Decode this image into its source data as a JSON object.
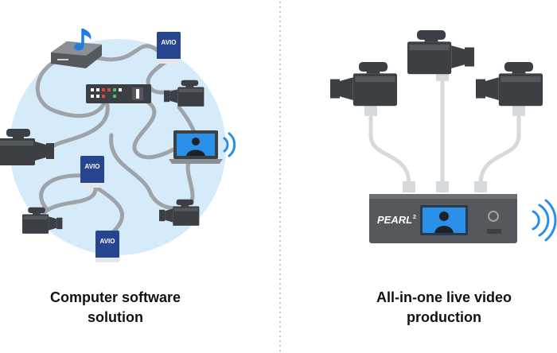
{
  "left_panel": {
    "caption_line1": "Computer software",
    "caption_line2": "solution",
    "device_badge_text": "AVIO",
    "background_circle_color": "#d6ebf9",
    "cable_color": "#9ea3a8",
    "music_note_color": "#1e7de0",
    "screen_color": "#2a8fe8",
    "converter_color": "#27448f"
  },
  "right_panel": {
    "caption_line1": "All-in-one live video",
    "caption_line2": "production",
    "device_brand_text": "PEARL",
    "device_brand_sup": "2",
    "device_body_color": "#55595e",
    "screen_color": "#2a8fe8"
  },
  "wifi_color": "#2a8fe8",
  "camera_color": "#3c3f43",
  "divider_color": "#bbbbbb"
}
